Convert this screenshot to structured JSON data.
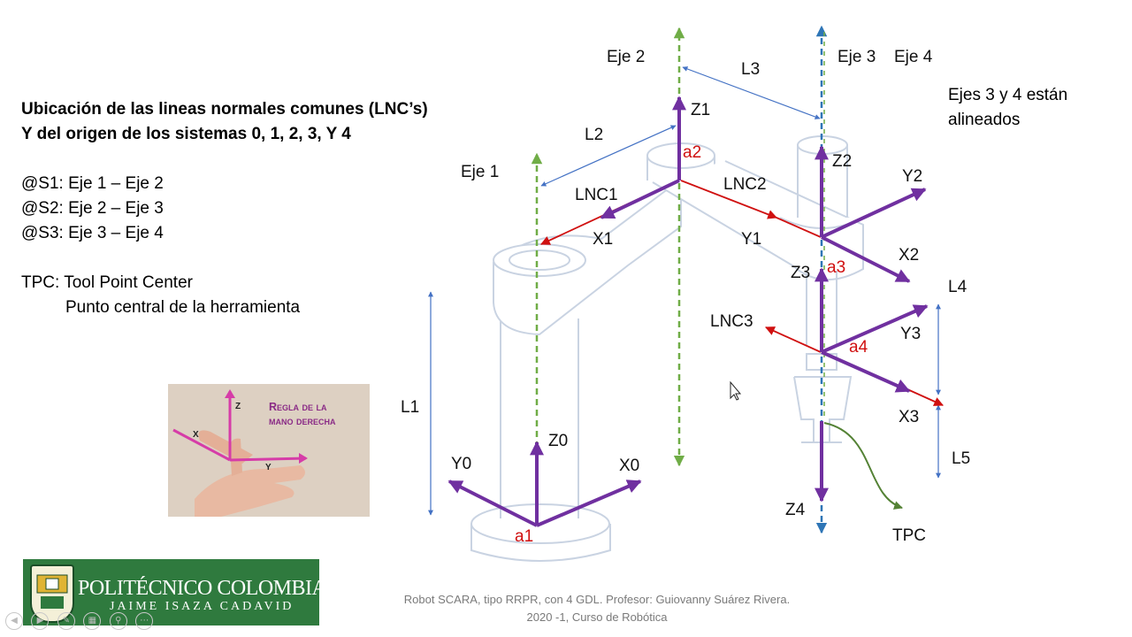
{
  "heading": {
    "line1": "Ubicación de las lineas normales comunes (LNC’s)",
    "line2": "Y del origen de los sistemas 0, 1, 2, 3, Y 4"
  },
  "spacings": [
    "@S1: Eje 1 – Eje 2",
    "@S2: Eje 2 – Eje 3",
    "@S3: Eje 3 – Eje 4"
  ],
  "tpc": {
    "line1": "TPC: Tool Point Center",
    "line2": "Punto central de la herramienta"
  },
  "note": {
    "line1": "Ejes 3 y 4 están",
    "line2": "alineados"
  },
  "axes": {
    "eje1": "Eje 1",
    "eje2": "Eje 2",
    "eje3": "Eje 3",
    "eje4": "Eje 4"
  },
  "lengths": {
    "l1": "L1",
    "l2": "L2",
    "l3": "L3",
    "l4": "L4",
    "l5": "L5"
  },
  "frames": {
    "z0": "Z0",
    "x0": "X0",
    "y0": "Y0",
    "z1": "Z1",
    "x1": "X1",
    "y1": "Y1",
    "z2": "Z2",
    "x2": "X2",
    "y2": "Y2",
    "z3": "Z3",
    "x3": "X3",
    "y3": "Y3",
    "z4": "Z4"
  },
  "origins": {
    "a1": "a1",
    "a2": "a2",
    "a3": "a3",
    "a4": "a4"
  },
  "lnc": {
    "lnc1": "LNC1",
    "lnc2": "LNC2",
    "lnc3": "LNC3"
  },
  "tpc_label": "TPC",
  "hand_image": {
    "title_line1": "Regla de la",
    "title_line2": "mano derecha",
    "z": "Z",
    "x": "X",
    "y": "Y"
  },
  "footer": {
    "line1": "Robot SCARA, tipo RRPR, con 4 GDL.  Profesor: Guiovanny Suárez Rivera.",
    "line2": "2020 -1, Curso de Robótica"
  },
  "logo": {
    "name": "POLITÉCNICO COLOMBIANO",
    "subtitle": "JAIME ISAZA CADAVID"
  },
  "colors": {
    "frame_arrow": "#7030a0",
    "lnc_arrow": "#d01010",
    "origin_label": "#d01010",
    "axis_green": "#70ad47",
    "axis_blue": "#2e75b6",
    "dimension": "#4472c4",
    "tpc_curve": "#548235",
    "logo_bg": "#2f7a3e"
  }
}
